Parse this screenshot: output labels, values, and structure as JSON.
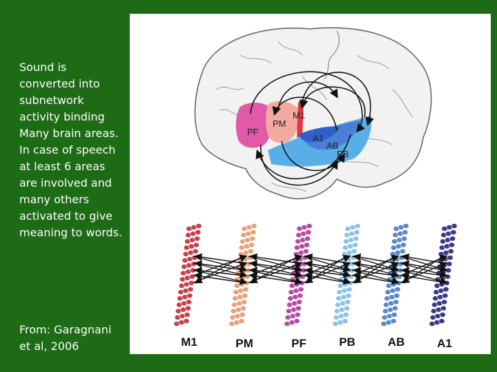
{
  "slide": {
    "body_lines": [
      "Sound is converted into subnetwork activity binding Many brain areas.",
      "In case of speech at least 6 areas are involved and many others activated to give meaning to words."
    ],
    "source": "From: Garagnani et al, 2006"
  },
  "figure": {
    "brain_areas": [
      {
        "label": "PF",
        "color": "#e05aa8"
      },
      {
        "label": "PM",
        "color": "#f2a9a0"
      },
      {
        "label": "M1",
        "color": "#e0383e"
      },
      {
        "label": "A1",
        "color": "#2f5fc8"
      },
      {
        "label": "AB",
        "color": "#4a7fd8"
      },
      {
        "label": "PB",
        "color": "#5aaee8"
      }
    ],
    "network_columns": [
      {
        "label": "M1",
        "color": "#c8404a"
      },
      {
        "label": "PM",
        "color": "#e8a07a"
      },
      {
        "label": "PF",
        "color": "#b84aa0"
      },
      {
        "label": "PB",
        "color": "#8cc4e8"
      },
      {
        "label": "AB",
        "color": "#5a88c8"
      },
      {
        "label": "A1",
        "color": "#3a3a8a"
      }
    ]
  }
}
